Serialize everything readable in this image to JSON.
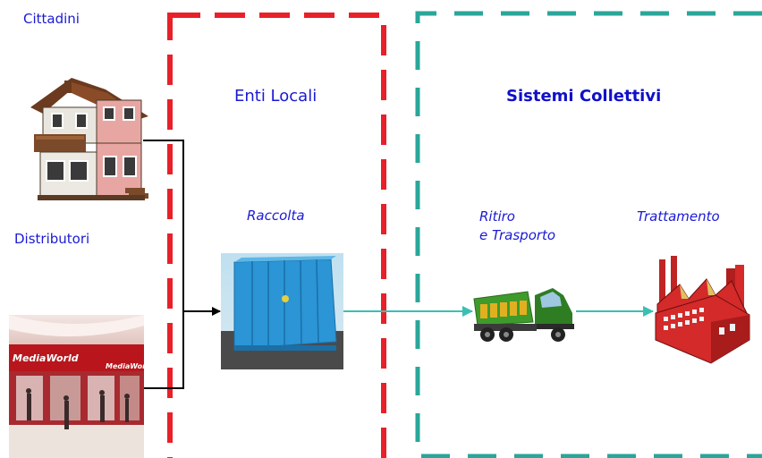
{
  "labels": {
    "cittadini": "Cittadini",
    "distributori": "Distributori",
    "enti_locali": "Enti Locali",
    "sistemi_collettivi": "Sistemi Collettivi",
    "raccolta": "Raccolta",
    "ritiro_line1": "Ritiro",
    "ritiro_line2": "e Trasporto",
    "trattamento": "Trattamento"
  },
  "store_sign": "MediaWorld",
  "colors": {
    "text": "#1a1ad6",
    "red_box": "#e8202a",
    "teal_box": "#2aa69a",
    "arrow_teal": "#3cbfb3",
    "container": "#2b95d6",
    "truck_body": "#3f9a2c",
    "factory": "#d42a2a"
  },
  "icons": [
    "house-icon",
    "store-photo",
    "container-icon",
    "truck-icon",
    "factory-icon"
  ]
}
